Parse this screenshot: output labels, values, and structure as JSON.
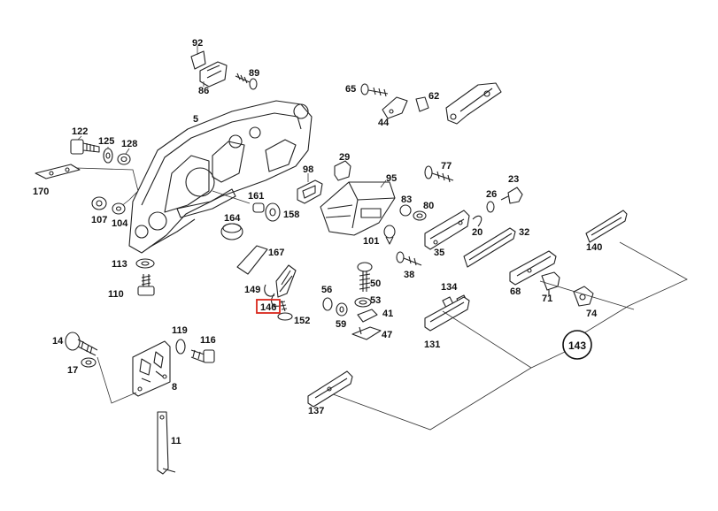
{
  "labels": {
    "p92": "92",
    "p86": "86",
    "p89": "89",
    "p5": "5",
    "p122": "122",
    "p125": "125",
    "p128": "128",
    "p170": "170",
    "p107": "107",
    "p104": "104",
    "p113": "113",
    "p110": "110",
    "p161": "161",
    "p158": "158",
    "p164": "164",
    "p167": "167",
    "p149": "149",
    "p146": "146",
    "p152": "152",
    "p98": "98",
    "p29": "29",
    "p95": "95",
    "p65": "65",
    "p62": "62",
    "p44": "44",
    "p77": "77",
    "p23": "23",
    "p26": "26",
    "p83": "83",
    "p80": "80",
    "p20": "20",
    "p32": "32",
    "p101": "101",
    "p35": "35",
    "p38": "38",
    "p50": "50",
    "p56": "56",
    "p53": "53",
    "p59": "59",
    "p41": "41",
    "p47": "47",
    "p134": "134",
    "p131": "131",
    "p140": "140",
    "p68": "68",
    "p71": "71",
    "p74": "74",
    "p143": "143",
    "p14": "14",
    "p17": "17",
    "p119": "119",
    "p116": "116",
    "p8": "8",
    "p11": "11",
    "p137": "137"
  },
  "highlight": {
    "label": "146",
    "color": "#d9271c"
  },
  "colors": {
    "line": "#222222",
    "background": "#ffffff"
  }
}
